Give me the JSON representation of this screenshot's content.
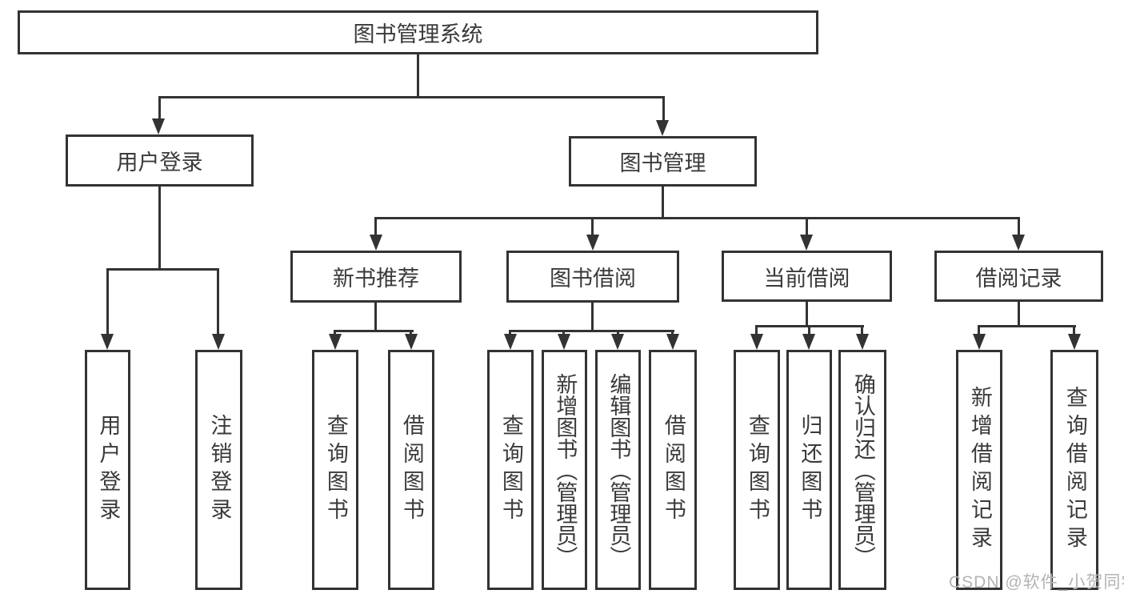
{
  "diagram": {
    "title": "图书管理系统",
    "branches": [
      {
        "label": "用户登录",
        "children": [
          {
            "label": "用户登录"
          },
          {
            "label": "注销登录"
          }
        ]
      },
      {
        "label": "图书管理",
        "children": [
          {
            "label": "新书推荐",
            "children": [
              {
                "label": "查询图书"
              },
              {
                "label": "借阅图书"
              }
            ]
          },
          {
            "label": "图书借阅",
            "children": [
              {
                "label": "查询图书"
              },
              {
                "label": "新增图书（管理员）"
              },
              {
                "label": "编辑图书（管理员）"
              },
              {
                "label": "借阅图书"
              }
            ]
          },
          {
            "label": "当前借阅",
            "children": [
              {
                "label": "查询图书"
              },
              {
                "label": "归还图书"
              },
              {
                "label": "确认归还（管理员）"
              }
            ]
          },
          {
            "label": "借阅记录",
            "children": [
              {
                "label": "新增借阅记录"
              },
              {
                "label": "查询借阅记录"
              }
            ]
          }
        ]
      }
    ]
  },
  "watermark": {
    "text": "CSDN @软件_小贺同学"
  },
  "colors": {
    "line": "#333333",
    "text": "#3a3a3a",
    "background": "#ffffff",
    "watermark": "#b3b3b3"
  }
}
